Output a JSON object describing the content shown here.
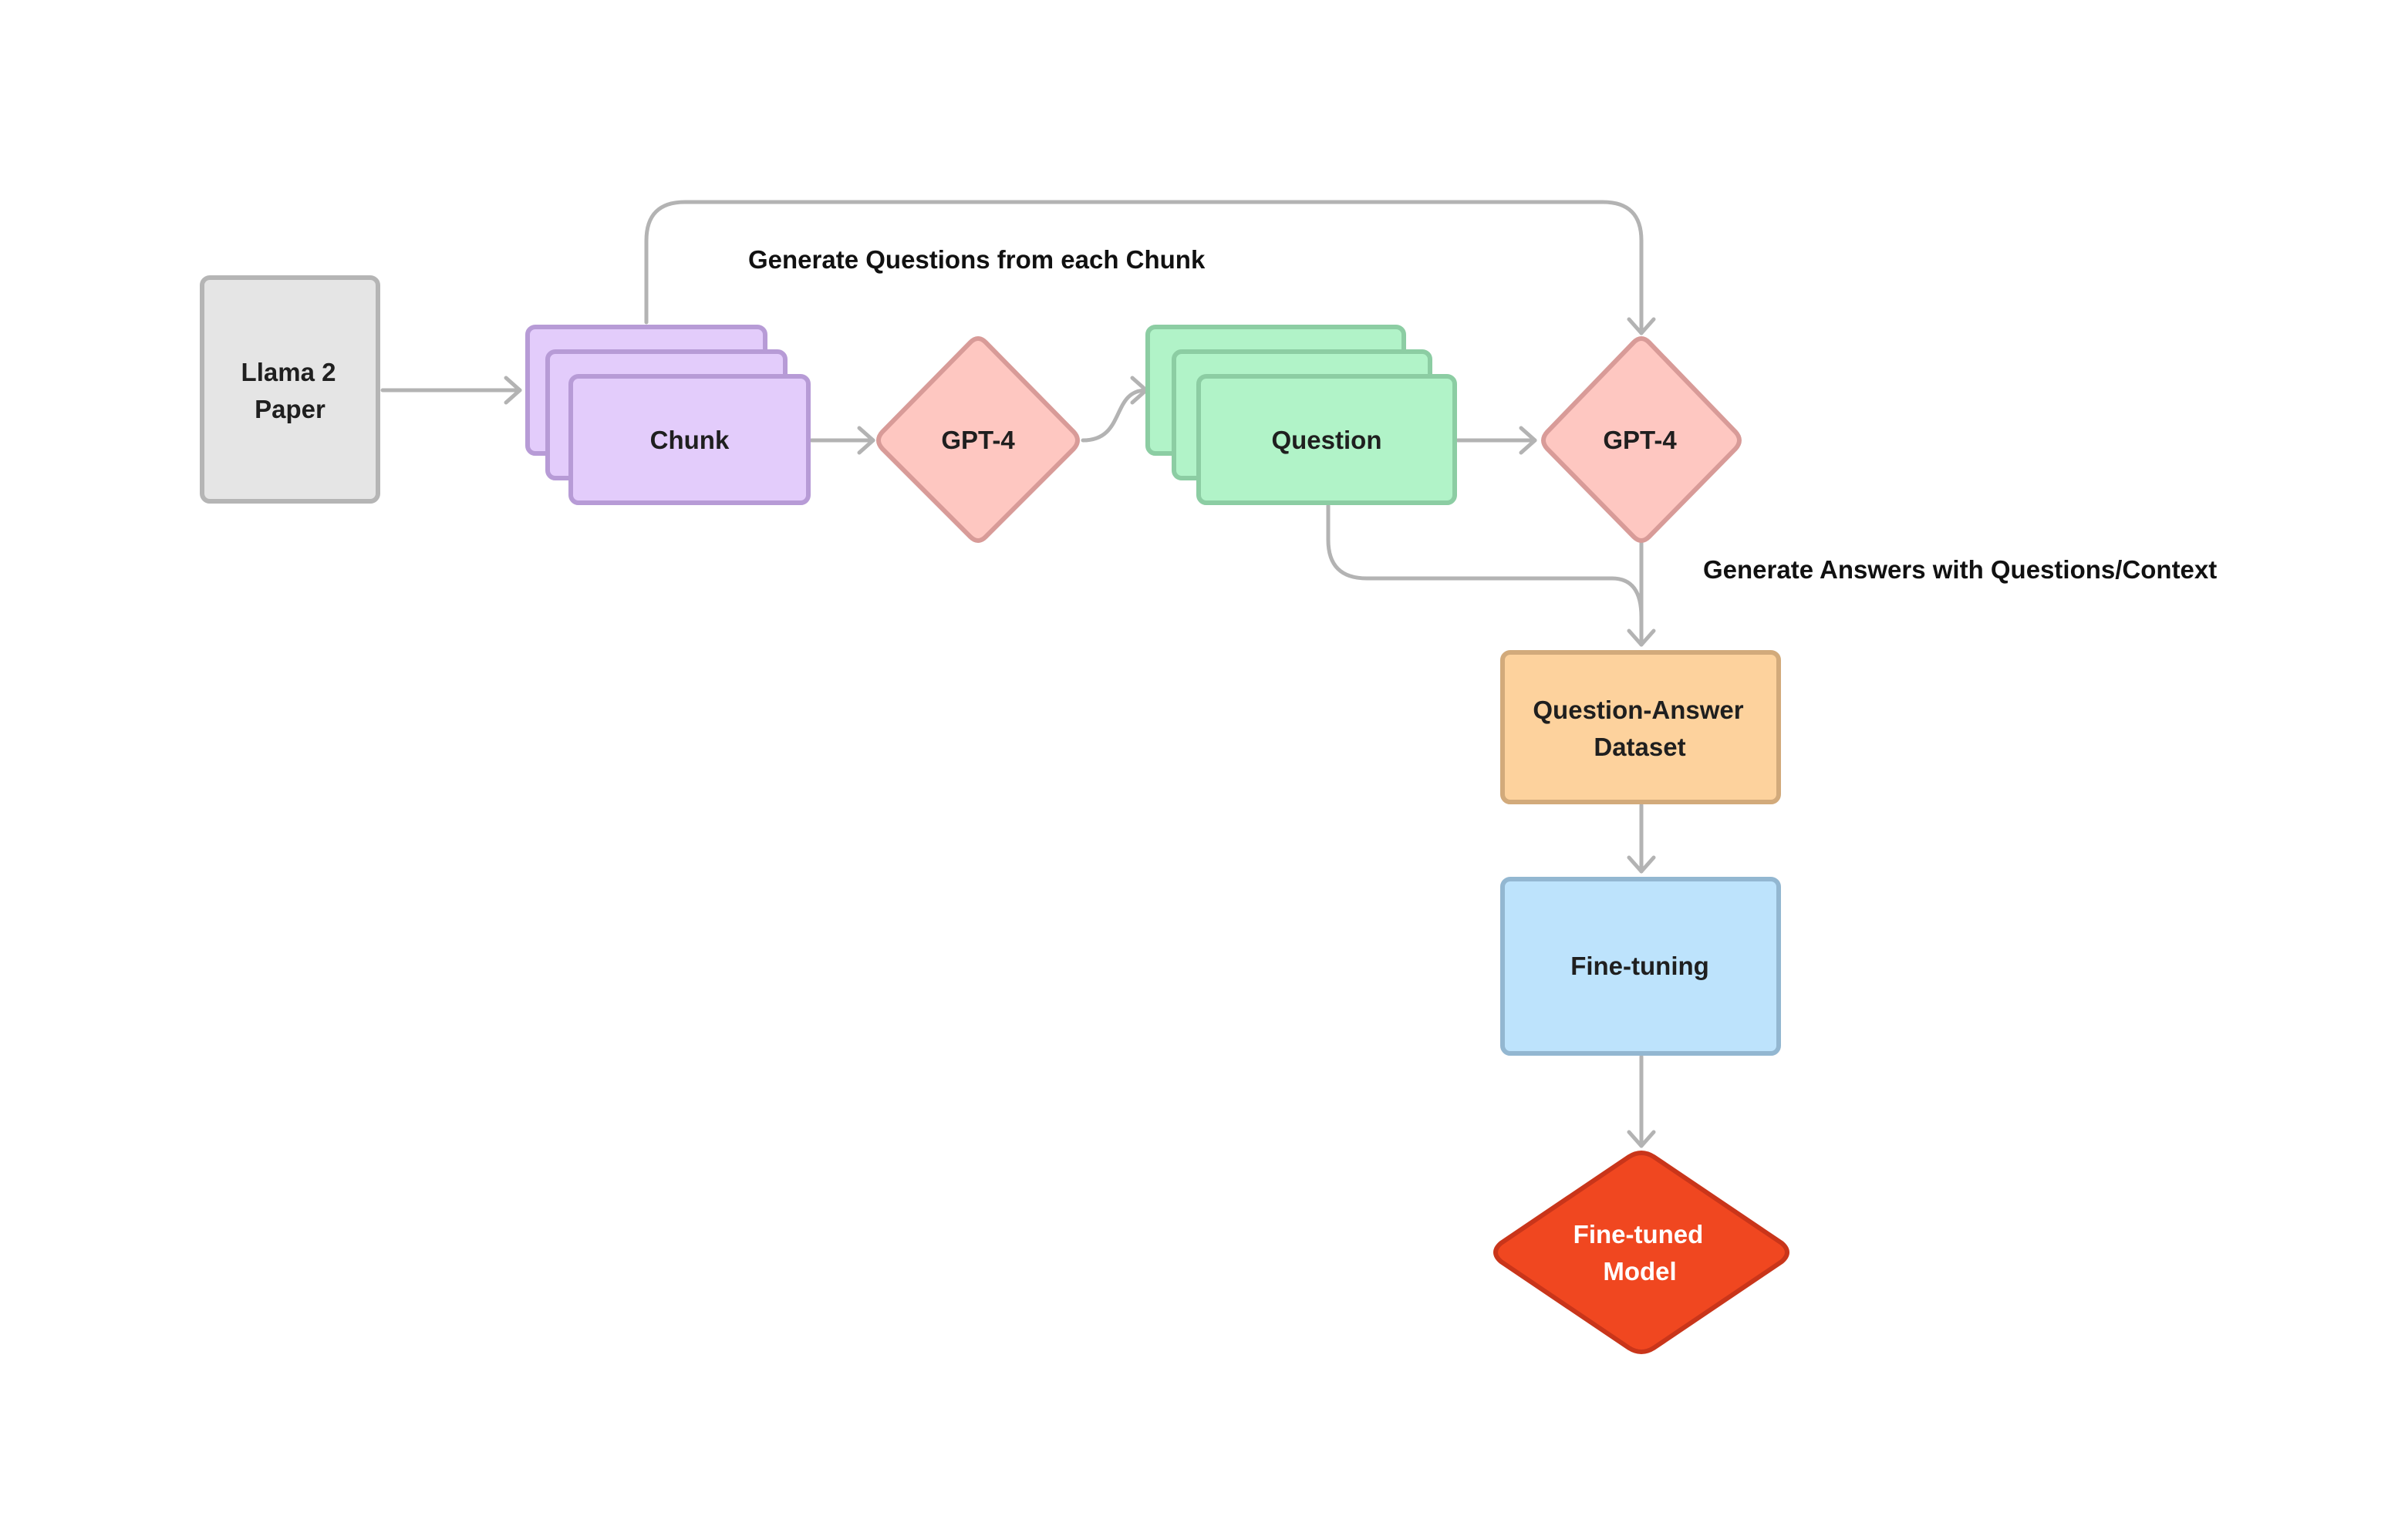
{
  "diagram": {
    "nodes": {
      "paper": {
        "lines": [
          "Llama 2",
          "Paper"
        ]
      },
      "chunk": {
        "label": "Chunk"
      },
      "gpt4_a": {
        "label": "GPT-4"
      },
      "question": {
        "label": "Question"
      },
      "gpt4_b": {
        "label": "GPT-4"
      },
      "dataset": {
        "lines": [
          "Question-Answer",
          "Dataset"
        ]
      },
      "finetuning": {
        "label": "Fine-tuning"
      },
      "model": {
        "lines": [
          "Fine-tuned",
          "Model"
        ]
      }
    },
    "labels": {
      "generate_questions": "Generate Questions from each Chunk",
      "generate_answers": "Generate Answers with Questions/Context"
    },
    "colors": {
      "paper_fill": "#e5e5e5",
      "paper_stroke": "#b5b5b5",
      "chunk_fill": "#e3ccfb",
      "chunk_stroke": "#b79bd6",
      "gpt_fill": "#fec7c1",
      "gpt_stroke": "#d89b98",
      "question_fill": "#b1f3c8",
      "question_stroke": "#8ccda3",
      "dataset_fill": "#fdd29d",
      "dataset_stroke": "#d2aa7b",
      "finetuning_fill": "#bde3fc",
      "finetuning_stroke": "#93b7d1",
      "model_fill": "#f04720",
      "model_stroke": "#c9351a",
      "edge": "#b3b3b3"
    }
  }
}
